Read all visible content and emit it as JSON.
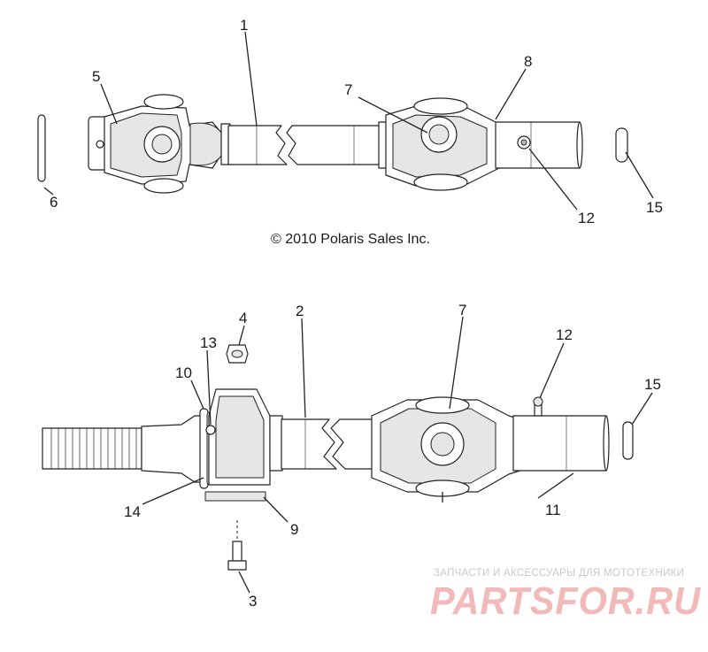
{
  "copyright": "© 2010 Polaris Sales Inc.",
  "callouts": {
    "top_1": "1",
    "top_5": "5",
    "top_6": "6",
    "top_7": "7",
    "top_8": "8",
    "top_12": "12",
    "top_15": "15",
    "bot_2": "2",
    "bot_3": "3",
    "bot_4": "4",
    "bot_7": "7",
    "bot_9": "9",
    "bot_10": "10",
    "bot_11": "11",
    "bot_12": "12",
    "bot_13": "13",
    "bot_14": "14",
    "bot_15": "15"
  },
  "watermark": {
    "caption": "ЗАПЧАСТИ И АКСЕССУАРЫ ДЛЯ МОТОТЕХНИКИ",
    "logo": "PARTSFOR.RU"
  },
  "colors": {
    "line": "#222222",
    "watermark_logo": "#f2b9b9",
    "watermark_caption": "#c9c9c9"
  }
}
